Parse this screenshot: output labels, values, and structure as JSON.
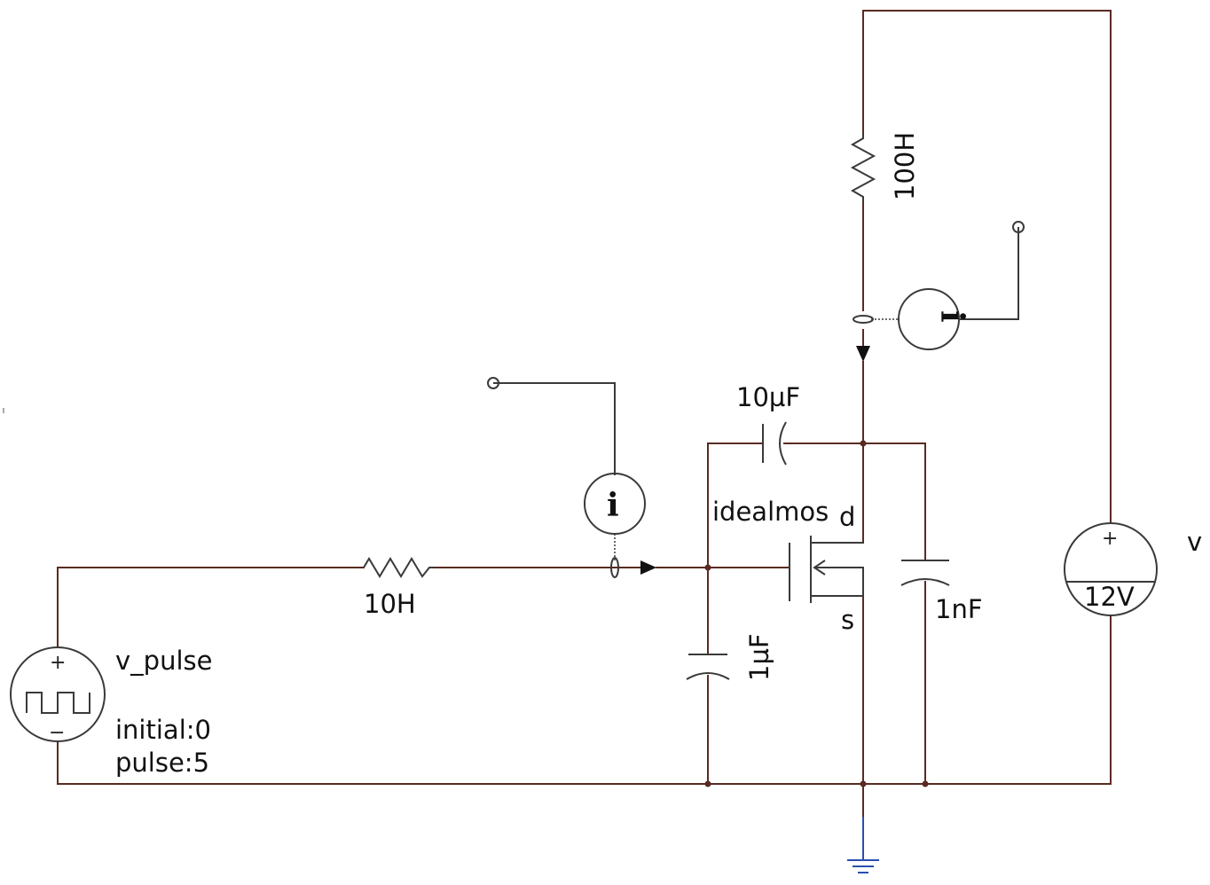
{
  "labels": {
    "source_name": "v_pulse",
    "source_initial": "initial:0",
    "source_pulse": "pulse:5",
    "gate_resistor": "10H",
    "drain_resistor": "100H",
    "gate_cap": "1µF",
    "feedback_cap": "10µF",
    "drain_cap": "1nF",
    "mosfet_model": "idealmos",
    "drain_pin": "d",
    "source_pin": "s",
    "dc_source": "12V",
    "dc_name": "v"
  },
  "symbols": {
    "meter": "i",
    "plus": "+",
    "minus": "−"
  },
  "colors": {
    "wire": "#5a2a22",
    "component": "#3a3a3a",
    "ground": "#2a4fb0"
  }
}
